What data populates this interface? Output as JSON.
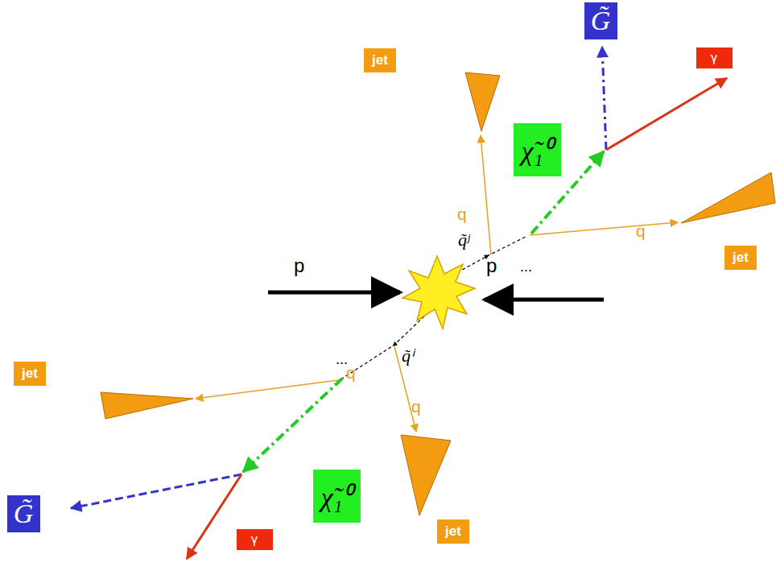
{
  "diagram": {
    "nodes": [
      {
        "text": [
          "G̃"
        ]
      },
      {
        "text": [
          "γ"
        ]
      },
      {
        "text": [
          "jet"
        ]
      },
      {
        "text": [
          "χ̃₁⁰"
        ]
      },
      {
        "text": [
          "jet"
        ]
      },
      {
        "text": [
          "jet"
        ]
      },
      {
        "text": [
          "χ̃₁⁰"
        ]
      },
      {
        "text": [
          "G̃"
        ]
      },
      {
        "text": [
          "jet"
        ]
      },
      {
        "text": [
          "γ"
        ]
      }
    ],
    "labels": [
      "q",
      "q̃ʲ",
      "q",
      "p",
      "p",
      "...",
      "...",
      "q̃ⁱ",
      "q",
      "q"
    ]
  }
}
